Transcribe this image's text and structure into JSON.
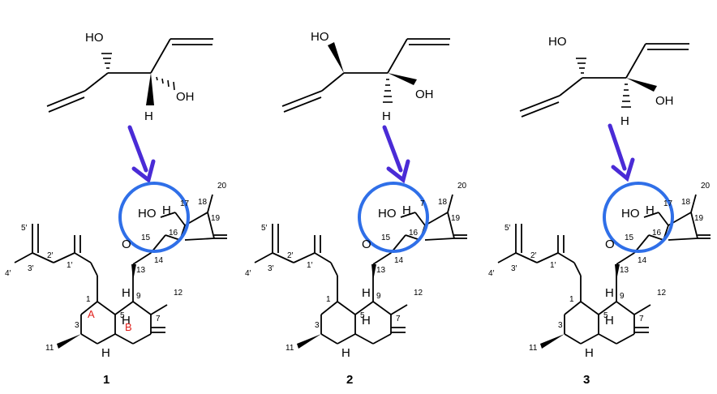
{
  "palette": {
    "arrow": "#4a2bd6",
    "circle": "#2f6fe8",
    "ring_label": "#e0201c",
    "bond": "#000000"
  },
  "fragments": [
    {
      "ho": "HO",
      "oh": "OH",
      "h": "H"
    },
    {
      "ho": "HO",
      "oh": "OH",
      "h": "H"
    },
    {
      "ho": "HO",
      "oh": "OH",
      "h": "H"
    }
  ],
  "compounds": [
    {
      "id": "1",
      "atoms": {
        "ho": "HO",
        "h16": "H",
        "o": "O",
        "h9": "H",
        "h5": "H",
        "h1": "H",
        "ring_a": "A",
        "ring_b": "B",
        "n5p": "5′",
        "n4p": "4′",
        "n3p": "3′",
        "n2p": "2′",
        "n1p": "1′",
        "n1": "1",
        "n3": "3",
        "n5": "5",
        "n7": "7",
        "n9": "9",
        "n11": "11",
        "n12": "12",
        "n13": "13",
        "n14": "14",
        "n15": "15",
        "n16": "16",
        "n17": "17",
        "n18": "18",
        "n19": "19",
        "n20": "20"
      }
    },
    {
      "id": "2",
      "atoms": {
        "ho": "HO",
        "h16": "H",
        "o": "O",
        "h9": "H",
        "h5": "H",
        "h1": "H",
        "ring_a": "",
        "ring_b": "",
        "n5p": "5′",
        "n4p": "4′",
        "n3p": "3′",
        "n2p": "2′",
        "n1p": "1′",
        "n1": "1",
        "n3": "3",
        "n5": "5",
        "n7": "7",
        "n9": "9",
        "n11": "11",
        "n12": "12",
        "n13": "13",
        "n14": "14",
        "n15": "15",
        "n16": "16",
        "n17": "7",
        "n18": "18",
        "n19": "19",
        "n20": "20"
      }
    },
    {
      "id": "3",
      "atoms": {
        "ho": "HO",
        "h16": "H",
        "o": "O",
        "h9": "H",
        "h5": "H",
        "h1": "H",
        "ring_a": "",
        "ring_b": "",
        "n5p": "5′",
        "n4p": "4′",
        "n3p": "3′",
        "n2p": "2′",
        "n1p": "1′",
        "n1": "1",
        "n3": "3",
        "n5": "5",
        "n7": "7",
        "n9": "9",
        "n11": "11",
        "n12": "12",
        "n13": "13",
        "n14": "14",
        "n15": "15",
        "n16": "16",
        "n17": "17",
        "n18": "18",
        "n19": "19",
        "n20": "20"
      }
    }
  ]
}
